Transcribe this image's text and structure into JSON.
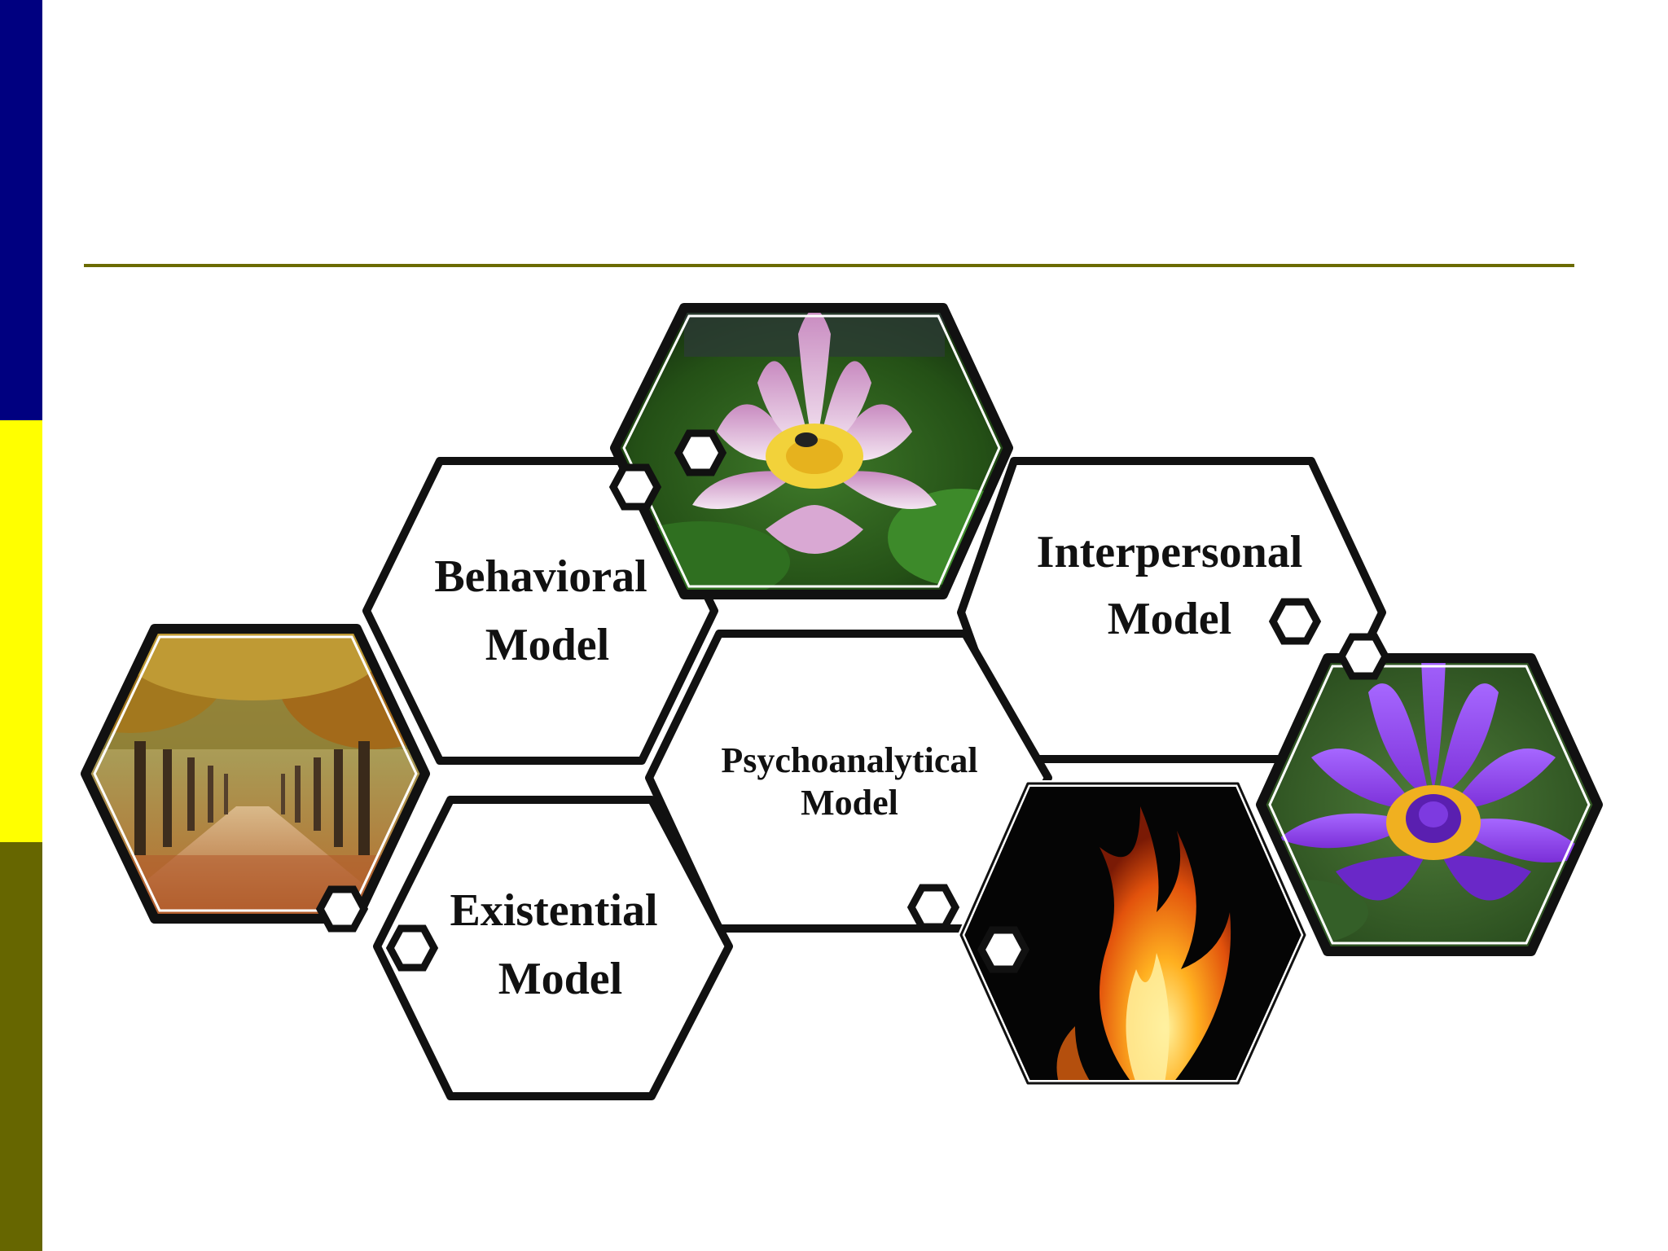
{
  "theme": {
    "stripe_top": "#000080",
    "stripe_middle": "#FFFF00",
    "stripe_bottom": "#666600",
    "rule": "#6B6B00"
  },
  "models": {
    "behavioral": {
      "line1": "Behavioral",
      "line2": "Model"
    },
    "interpersonal": {
      "line1": "Interpersonal",
      "line2": "Model"
    },
    "psychoanalytical": {
      "line1": "Psychoanalytical",
      "line2": "Model"
    },
    "existential": {
      "line1": "Existential",
      "line2": "Model"
    }
  },
  "images": {
    "lotus_pink": "pink-water-lily-photo",
    "trees": "autumn-tree-avenue-photo",
    "fire": "flame-photo",
    "lotus_purple": "purple-water-lily-photo"
  }
}
